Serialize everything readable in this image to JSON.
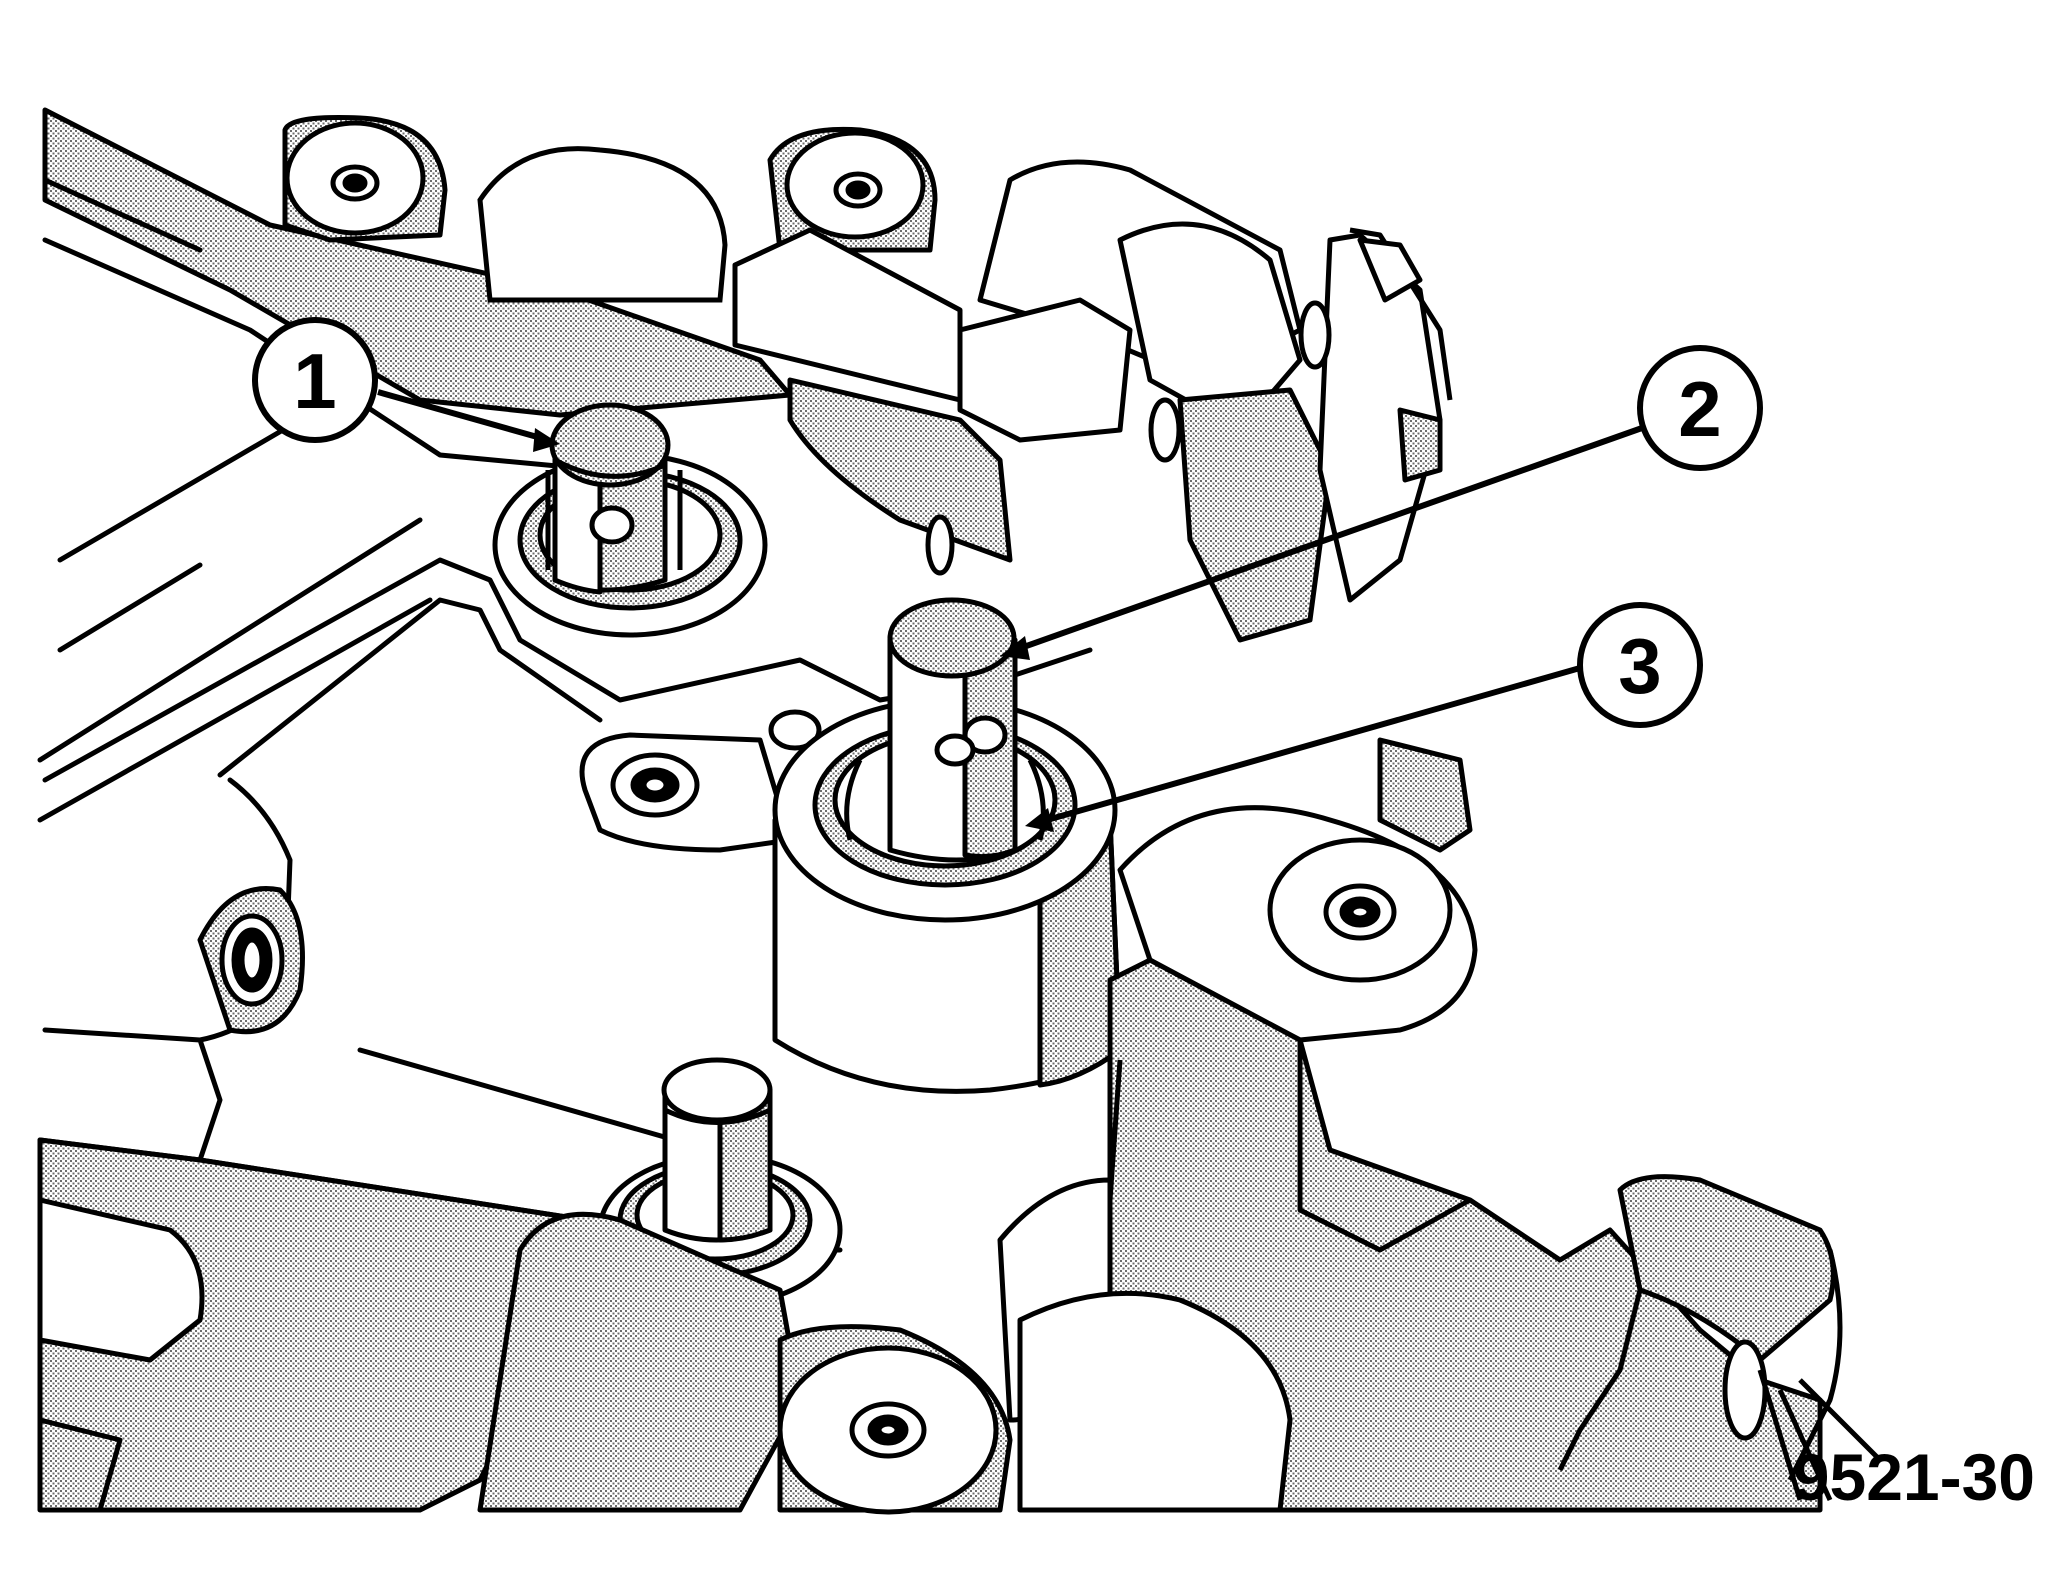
{
  "figure": {
    "id": "9521-30",
    "callouts": [
      {
        "number": "1",
        "points_to": "pin-1"
      },
      {
        "number": "2",
        "points_to": "shaft-2"
      },
      {
        "number": "3",
        "points_to": "bore-seal-3"
      }
    ]
  },
  "colors": {
    "ink": "#000000",
    "paper": "#ffffff",
    "shade": "#c9c9c9"
  }
}
